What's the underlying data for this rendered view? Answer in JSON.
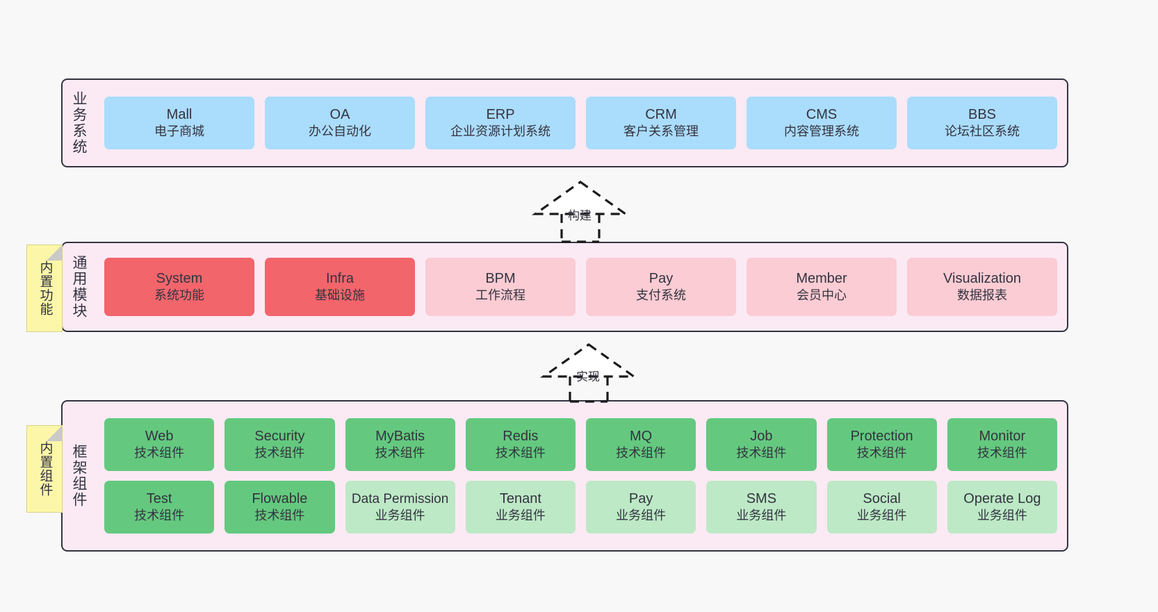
{
  "diagram": {
    "background_color": "#f8f8f8",
    "panel_color": "#fbeaf4",
    "panel_border_color": "#333340"
  },
  "layers": [
    {
      "id": "business-systems",
      "title": "业务系统",
      "box_color": "#aadcfb",
      "boxes": [
        {
          "en": "Mall",
          "cn": "电子商城"
        },
        {
          "en": "OA",
          "cn": "办公自动化"
        },
        {
          "en": "ERP",
          "cn": "企业资源计划系统"
        },
        {
          "en": "CRM",
          "cn": "客户关系管理"
        },
        {
          "en": "CMS",
          "cn": "内容管理系统"
        },
        {
          "en": "BBS",
          "cn": "论坛社区系统"
        }
      ]
    },
    {
      "id": "common-modules",
      "title": "通用模块",
      "note": "内置功能",
      "box_color_primary": "#f2656b",
      "box_color_secondary": "#fbccd3",
      "boxes": [
        {
          "en": "System",
          "cn": "系统功能",
          "variant": "red"
        },
        {
          "en": "Infra",
          "cn": "基础设施",
          "variant": "red"
        },
        {
          "en": "BPM",
          "cn": "工作流程",
          "variant": "pink"
        },
        {
          "en": "Pay",
          "cn": "支付系统",
          "variant": "pink"
        },
        {
          "en": "Member",
          "cn": "会员中心",
          "variant": "pink"
        },
        {
          "en": "Visualization",
          "cn": "数据报表",
          "variant": "pink"
        }
      ]
    },
    {
      "id": "framework-components",
      "title": "框架组件",
      "note": "内置组件",
      "box_color_primary": "#64c97f",
      "box_color_secondary": "#bde9c6",
      "rows": [
        [
          {
            "en": "Web",
            "cn": "技术组件",
            "variant": "green"
          },
          {
            "en": "Security",
            "cn": "技术组件",
            "variant": "green"
          },
          {
            "en": "MyBatis",
            "cn": "技术组件",
            "variant": "green"
          },
          {
            "en": "Redis",
            "cn": "技术组件",
            "variant": "green"
          },
          {
            "en": "MQ",
            "cn": "技术组件",
            "variant": "green"
          },
          {
            "en": "Job",
            "cn": "技术组件",
            "variant": "green"
          },
          {
            "en": "Protection",
            "cn": "技术组件",
            "variant": "green"
          },
          {
            "en": "Monitor",
            "cn": "技术组件",
            "variant": "green"
          }
        ],
        [
          {
            "en": "Test",
            "cn": "技术组件",
            "variant": "green"
          },
          {
            "en": "Flowable",
            "cn": "技术组件",
            "variant": "green"
          },
          {
            "en": "Data Permission",
            "cn": "业务组件",
            "variant": "lgreen"
          },
          {
            "en": "Tenant",
            "cn": "业务组件",
            "variant": "lgreen"
          },
          {
            "en": "Pay",
            "cn": "业务组件",
            "variant": "lgreen"
          },
          {
            "en": "SMS",
            "cn": "业务组件",
            "variant": "lgreen"
          },
          {
            "en": "Social",
            "cn": "业务组件",
            "variant": "lgreen"
          },
          {
            "en": "Operate Log",
            "cn": "业务组件",
            "variant": "lgreen"
          }
        ]
      ]
    }
  ],
  "arrows": [
    {
      "id": "arrow-build",
      "label": "构建",
      "style": "dashed-hollow-triangle"
    },
    {
      "id": "arrow-implement",
      "label": "实现",
      "style": "dashed-hollow-triangle"
    }
  ]
}
